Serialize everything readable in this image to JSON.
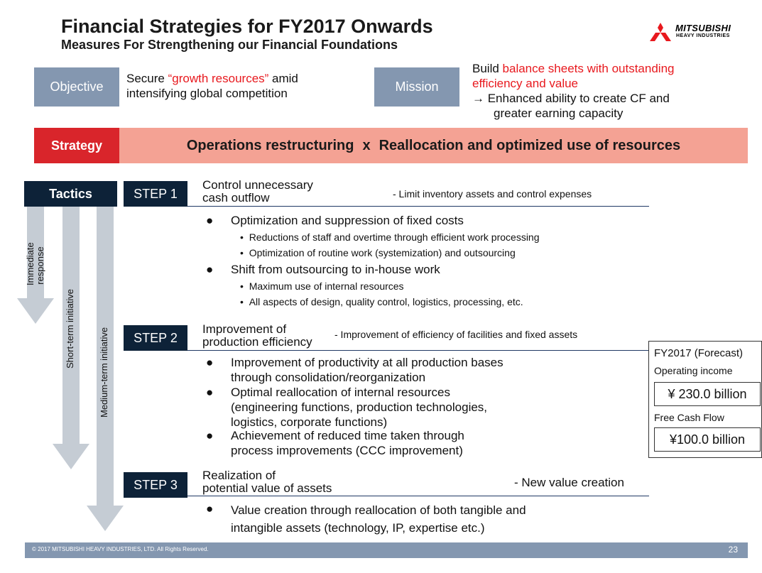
{
  "header": {
    "title": "Financial Strategies for FY2017 Onwards",
    "subtitle": "Measures For Strengthening our Financial Foundations",
    "logo_main": "MITSUBISHI",
    "logo_sub": "HEAVY INDUSTRIES",
    "logo_color": "#e8191e"
  },
  "objective": {
    "label": "Objective",
    "text_pre": "Secure ",
    "text_highlight": "“growth resources”",
    "text_post": " amid",
    "text_line2": "intensifying global competition"
  },
  "mission": {
    "label": "Mission",
    "line1_pre": "Build ",
    "line1_highlight": "balance sheets with outstanding",
    "line2_highlight": "efficiency and value",
    "line3": "→  Enhanced ability to create CF and",
    "line4": "greater earning capacity"
  },
  "strategy": {
    "label": "Strategy",
    "part1": "Operations restructuring",
    "connector": "x",
    "part2": "Reallocation and optimized use of resources"
  },
  "tactics": {
    "label": "Tactics",
    "arrows": [
      "Immediate response",
      "Short-term initiative",
      "Medium-term initiative"
    ],
    "arrow_line1": "Immediate",
    "arrow_line2": "response"
  },
  "steps": [
    {
      "label": "STEP 1",
      "title_line1": "Control unnecessary",
      "title_line2": "cash outflow",
      "note": "- Limit inventory assets and control expenses",
      "bullets": [
        {
          "text": "Optimization and suppression of fixed costs",
          "subs": [
            "Reductions of staff and overtime through efficient work processing",
            "Optimization of routine work (systemization) and outsourcing"
          ]
        },
        {
          "text": "Shift from outsourcing to in-house work",
          "subs": [
            "Maximum use of internal resources",
            "All aspects of design, quality control, logistics, processing, etc."
          ]
        }
      ]
    },
    {
      "label": "STEP 2",
      "title_line1": "Improvement of",
      "title_line2": "production efficiency",
      "note": "- Improvement of efficiency of facilities and fixed assets",
      "bullets": [
        {
          "line1": "Improvement of productivity at all production bases",
          "line2": "through consolidation/reorganization"
        },
        {
          "line1": "Optimal reallocation of internal resources",
          "line2": "(engineering functions, production technologies,",
          "line3": "logistics, corporate functions)"
        },
        {
          "line1": "Achievement of reduced time taken through",
          "line2": "process improvements (CCC improvement)"
        }
      ]
    },
    {
      "label": "STEP 3",
      "title_line1": "Realization of",
      "title_line2": "potential value of assets",
      "note": "- New value creation",
      "bullets": [
        {
          "line1": "Value creation through reallocation of both tangible and",
          "line2": "intangible assets (technology, IP, expertise etc.)"
        }
      ]
    }
  ],
  "forecast": {
    "title": "FY2017 (Forecast)",
    "op_label": "Operating income",
    "op_value": "¥ 230.0 billion",
    "fcf_label": "Free Cash Flow",
    "fcf_value": "¥100.0 billion"
  },
  "footer": {
    "copyright": "© 2017 MITSUBISHI HEAVY INDUSTRIES, LTD.  All Rights Reserved.",
    "page": "23"
  },
  "colors": {
    "label_box": "#8497b0",
    "dark_navy": "#0d2238",
    "strategy_red": "#d9252b",
    "strategy_band": "#f4a294",
    "arrow_gray": "#c5ccd4",
    "highlight_red": "#e8191e"
  }
}
